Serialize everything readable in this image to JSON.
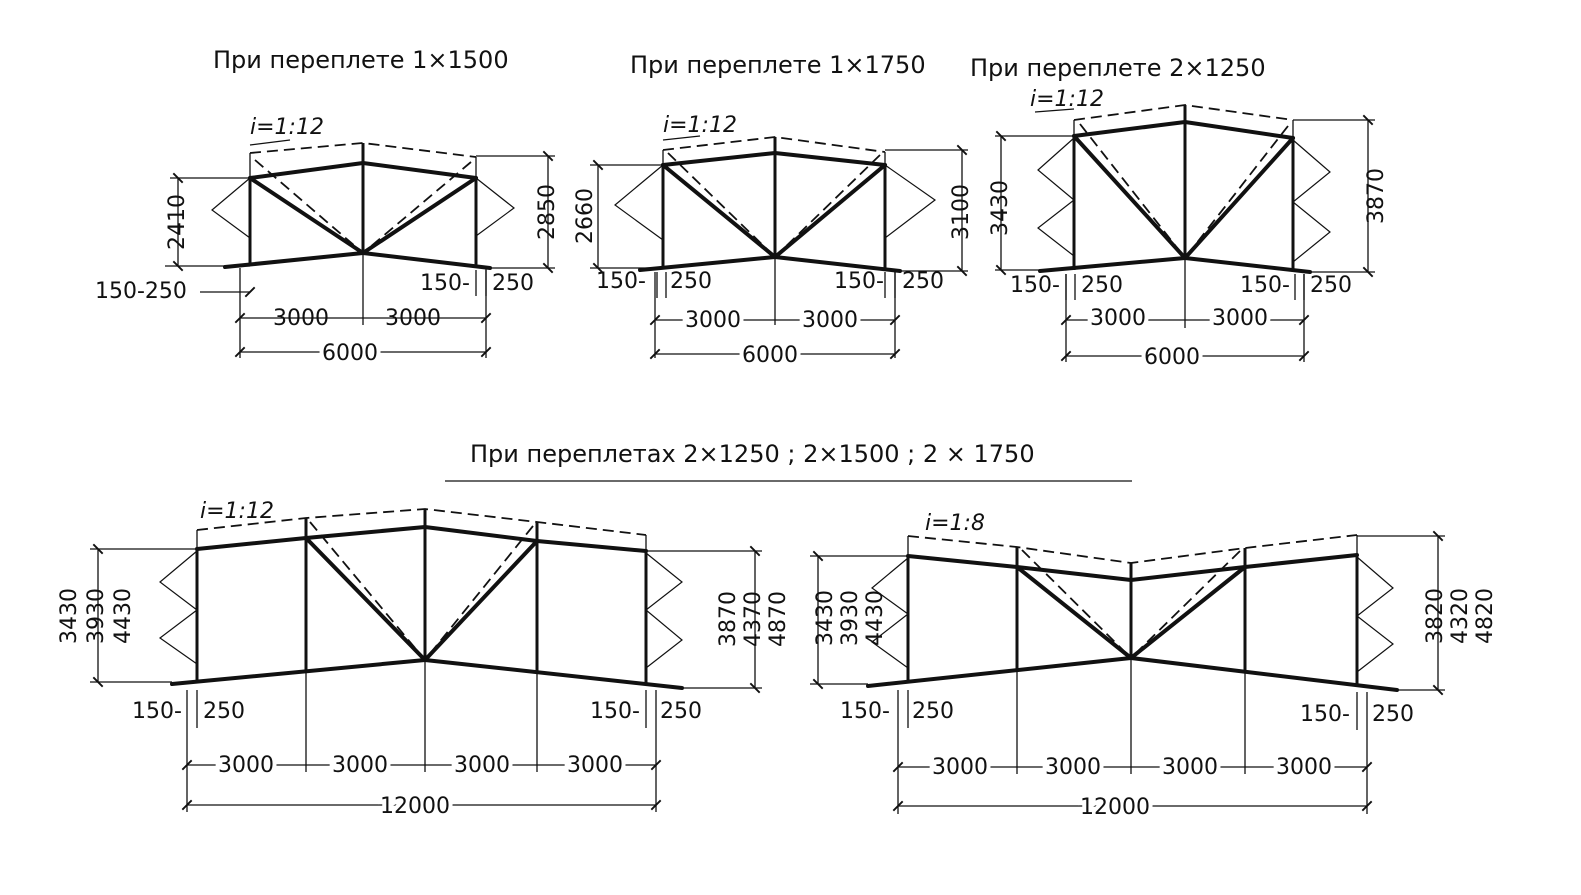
{
  "headings": {
    "top_1": "При переплете 1×1500",
    "top_2": "При переплете 1×1750",
    "top_3": "При переплете 2×1250",
    "bottom": "При переплетах 2×1250 ; 2×1500 ; 2 × 1750"
  },
  "lantern_1500": {
    "slope": "i=1:12",
    "left_height": "2410",
    "right_height": "2850",
    "offset_left": "150-250",
    "offset_right_a": "150-",
    "offset_right_b": "250",
    "span_left": "3000",
    "span_right": "3000",
    "total": "6000"
  },
  "lantern_1750": {
    "slope": "i=1:12",
    "left_height": "2660",
    "right_height": "3100",
    "offset_left_a": "150-",
    "offset_left_b": "250",
    "offset_right_a": "150-",
    "offset_right_b": "250",
    "span_left": "3000",
    "span_right": "3000",
    "total": "6000"
  },
  "lantern_2x1250": {
    "slope": "i=1:12",
    "left_height": "3430",
    "right_height": "3870",
    "offset_left_a": "150-",
    "offset_left_b": "250",
    "offset_right_a": "150-",
    "offset_right_b": "250",
    "span_left": "3000",
    "span_right": "3000",
    "total": "6000"
  },
  "lantern_12m_gable": {
    "slope": "i=1:12",
    "left_heights": [
      "3430",
      "3930",
      "4430"
    ],
    "right_heights": [
      "3870",
      "4370",
      "4870"
    ],
    "offset_left_a": "150-",
    "offset_left_b": "250",
    "offset_right_a": "150-",
    "offset_right_b": "250",
    "spans": [
      "3000",
      "3000",
      "3000",
      "3000"
    ],
    "total": "12000"
  },
  "lantern_12m_valley": {
    "slope": "i=1:8",
    "left_heights": [
      "3430",
      "3930",
      "4430"
    ],
    "right_heights": [
      "3820",
      "4320",
      "4820"
    ],
    "offset_left_a": "150-",
    "offset_left_b": "250",
    "offset_right_a": "150-",
    "offset_right_b": "250",
    "spans": [
      "3000",
      "3000",
      "3000",
      "3000"
    ],
    "total": "12000"
  }
}
